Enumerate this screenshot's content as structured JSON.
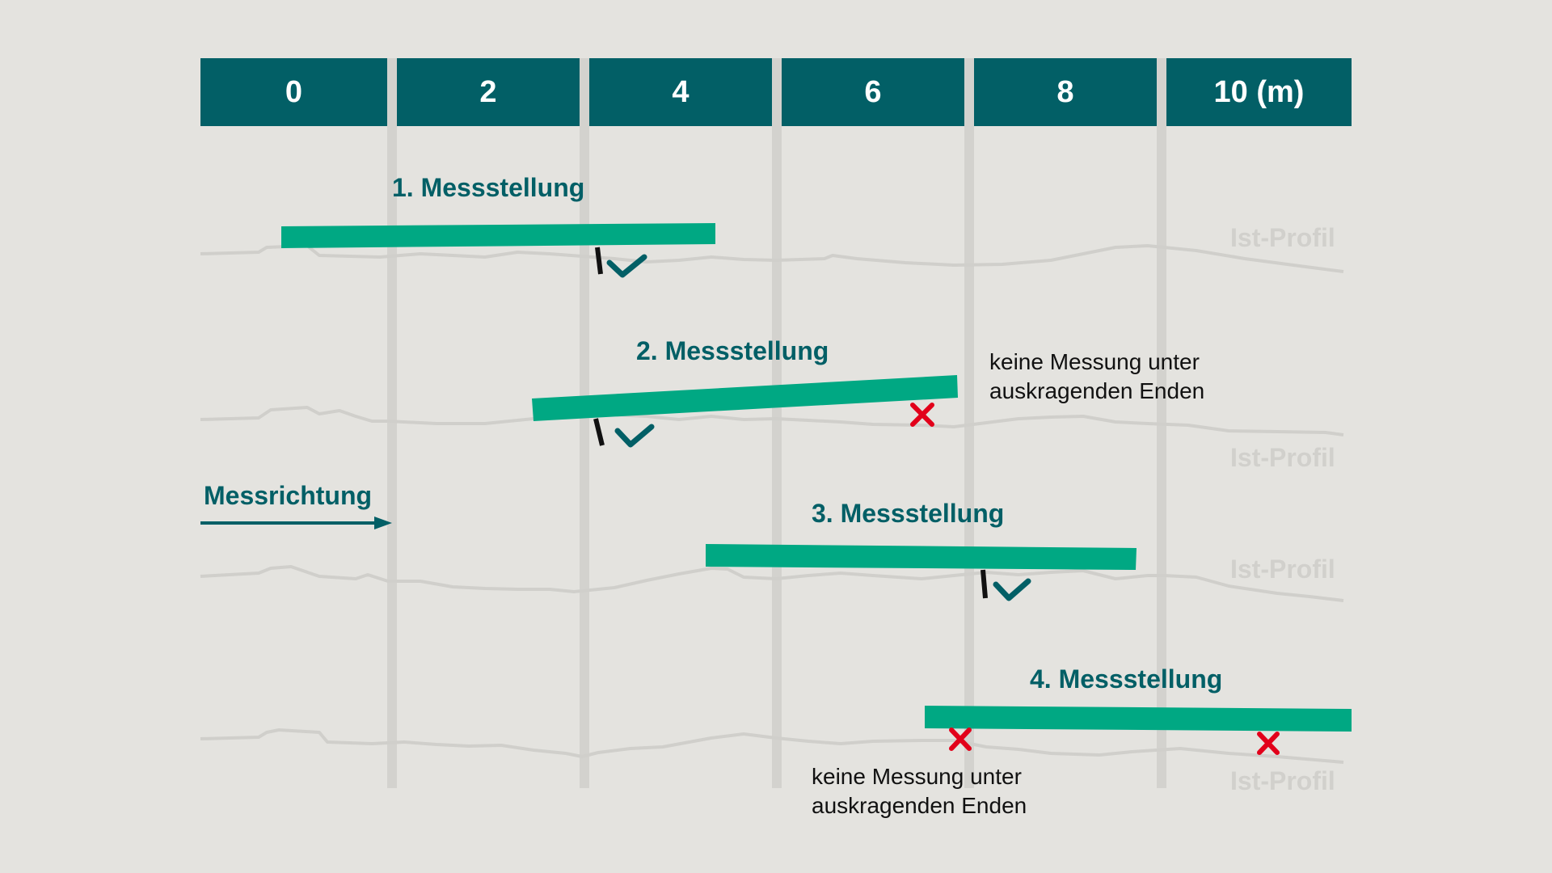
{
  "scale": {
    "ticks": [
      "0",
      "2",
      "4",
      "6",
      "8",
      "10 (m)"
    ]
  },
  "measurements": [
    {
      "label": "1. Messstellung"
    },
    {
      "label": "2. Messstellung"
    },
    {
      "label": "3. Messstellung"
    },
    {
      "label": "4. Messstellung"
    }
  ],
  "profile_label": "Ist-Profil",
  "direction_label": "Messrichtung",
  "notes": {
    "overhang_line1": "keine Messung unter",
    "overhang_line2": "auskragenden Enden"
  },
  "markers": {
    "ok": "checkmark-icon",
    "no": "cross-icon"
  },
  "colors": {
    "background": "#e4e3df",
    "scale_bar": "#025f66",
    "straightedge": "#00a883",
    "label": "#025f66",
    "cross": "#e2001a",
    "profile": "#d0cfcb",
    "divider": "#d3d2ce"
  }
}
